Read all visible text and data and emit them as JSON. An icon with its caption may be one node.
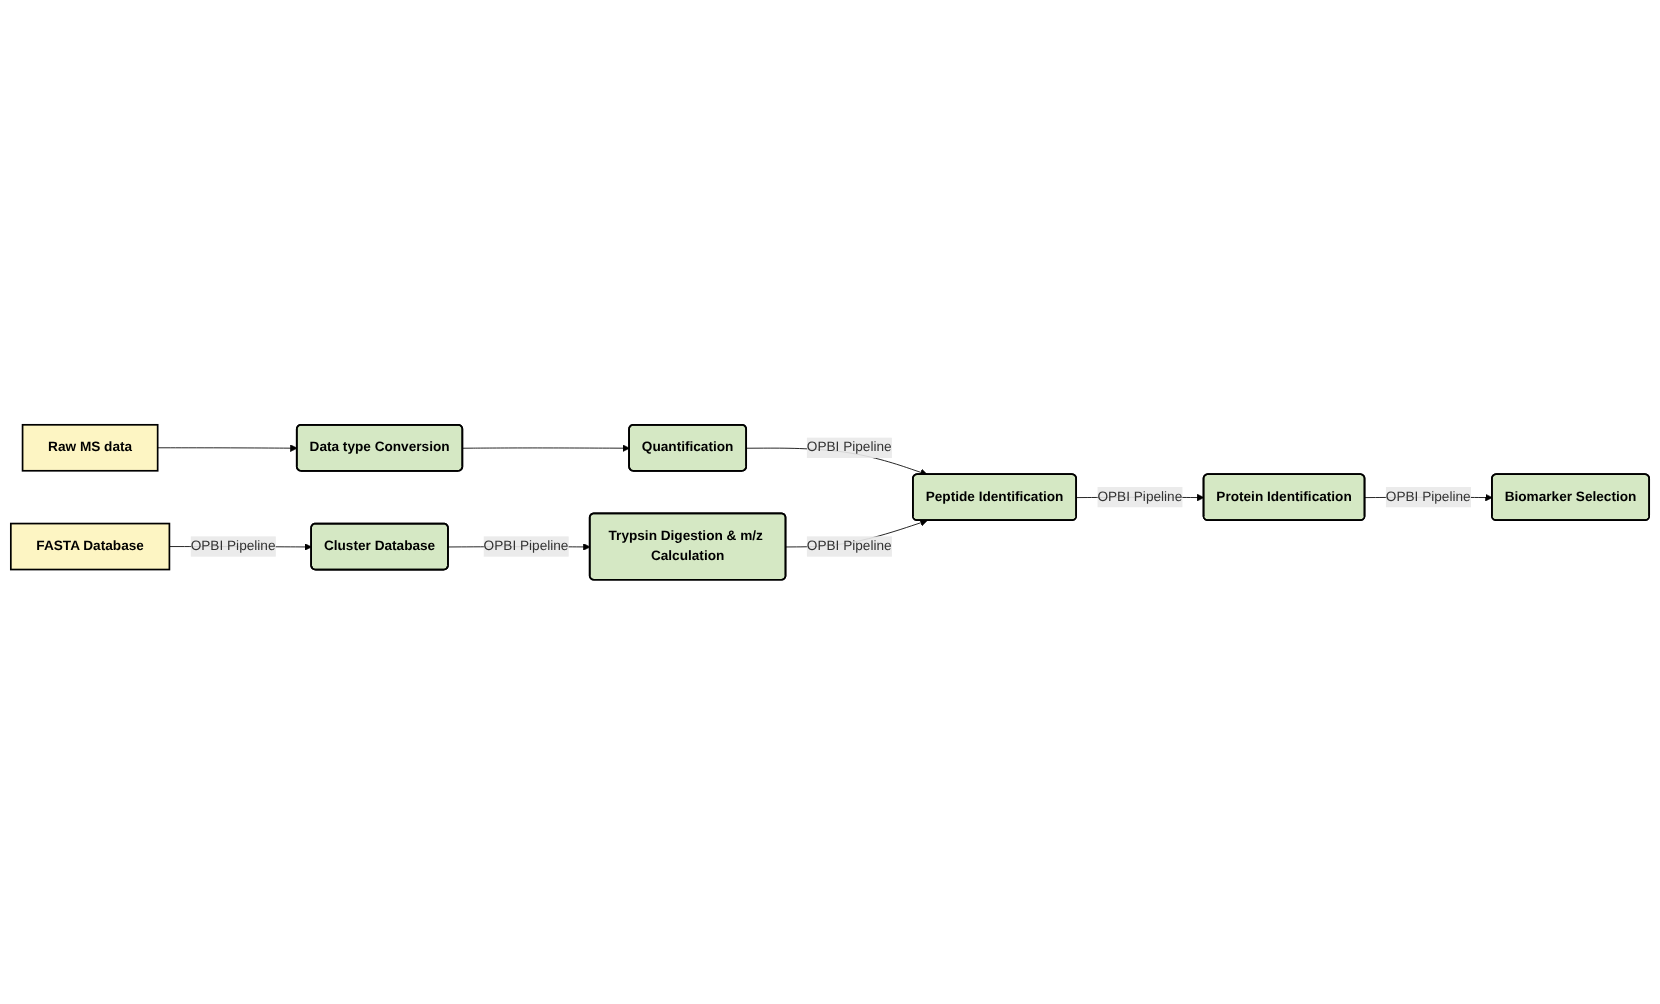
{
  "diagram": {
    "nodes": [
      {
        "text": [
          "Raw MS data"
        ]
      },
      {
        "text": [
          "Data type Conversion"
        ]
      },
      {
        "text": [
          "Quantification"
        ]
      },
      {
        "text": [
          "Peptide Identification"
        ]
      },
      {
        "text": [
          "FASTA Database"
        ]
      },
      {
        "text": [
          "Cluster Database"
        ]
      },
      {
        "text": [
          "Trypsin Digestion & m/z Calculation"
        ]
      },
      {
        "text": [
          "Protein Identification"
        ]
      },
      {
        "text": [
          "Biomarker Selection"
        ]
      }
    ],
    "edges": [
      {
        "from": 0,
        "to": 1,
        "arrow": "to"
      },
      {
        "from": 1,
        "to": 2,
        "arrow": "to"
      },
      {
        "from": 2,
        "to": 3,
        "arrow": "to",
        "label": "OPBI Pipeline"
      },
      {
        "from": 4,
        "to": 5,
        "arrow": "to",
        "label": "OPBI Pipeline"
      },
      {
        "from": 5,
        "to": 6,
        "arrow": "to",
        "label": "OPBI Pipeline"
      },
      {
        "from": 6,
        "to": 3,
        "arrow": "to",
        "label": "OPBI Pipeline"
      },
      {
        "from": 3,
        "to": 7,
        "arrow": "to",
        "label": "OPBI Pipeline"
      },
      {
        "from": 7,
        "to": 8,
        "arrow": "to",
        "label": "OPBI Pipeline"
      }
    ]
  }
}
